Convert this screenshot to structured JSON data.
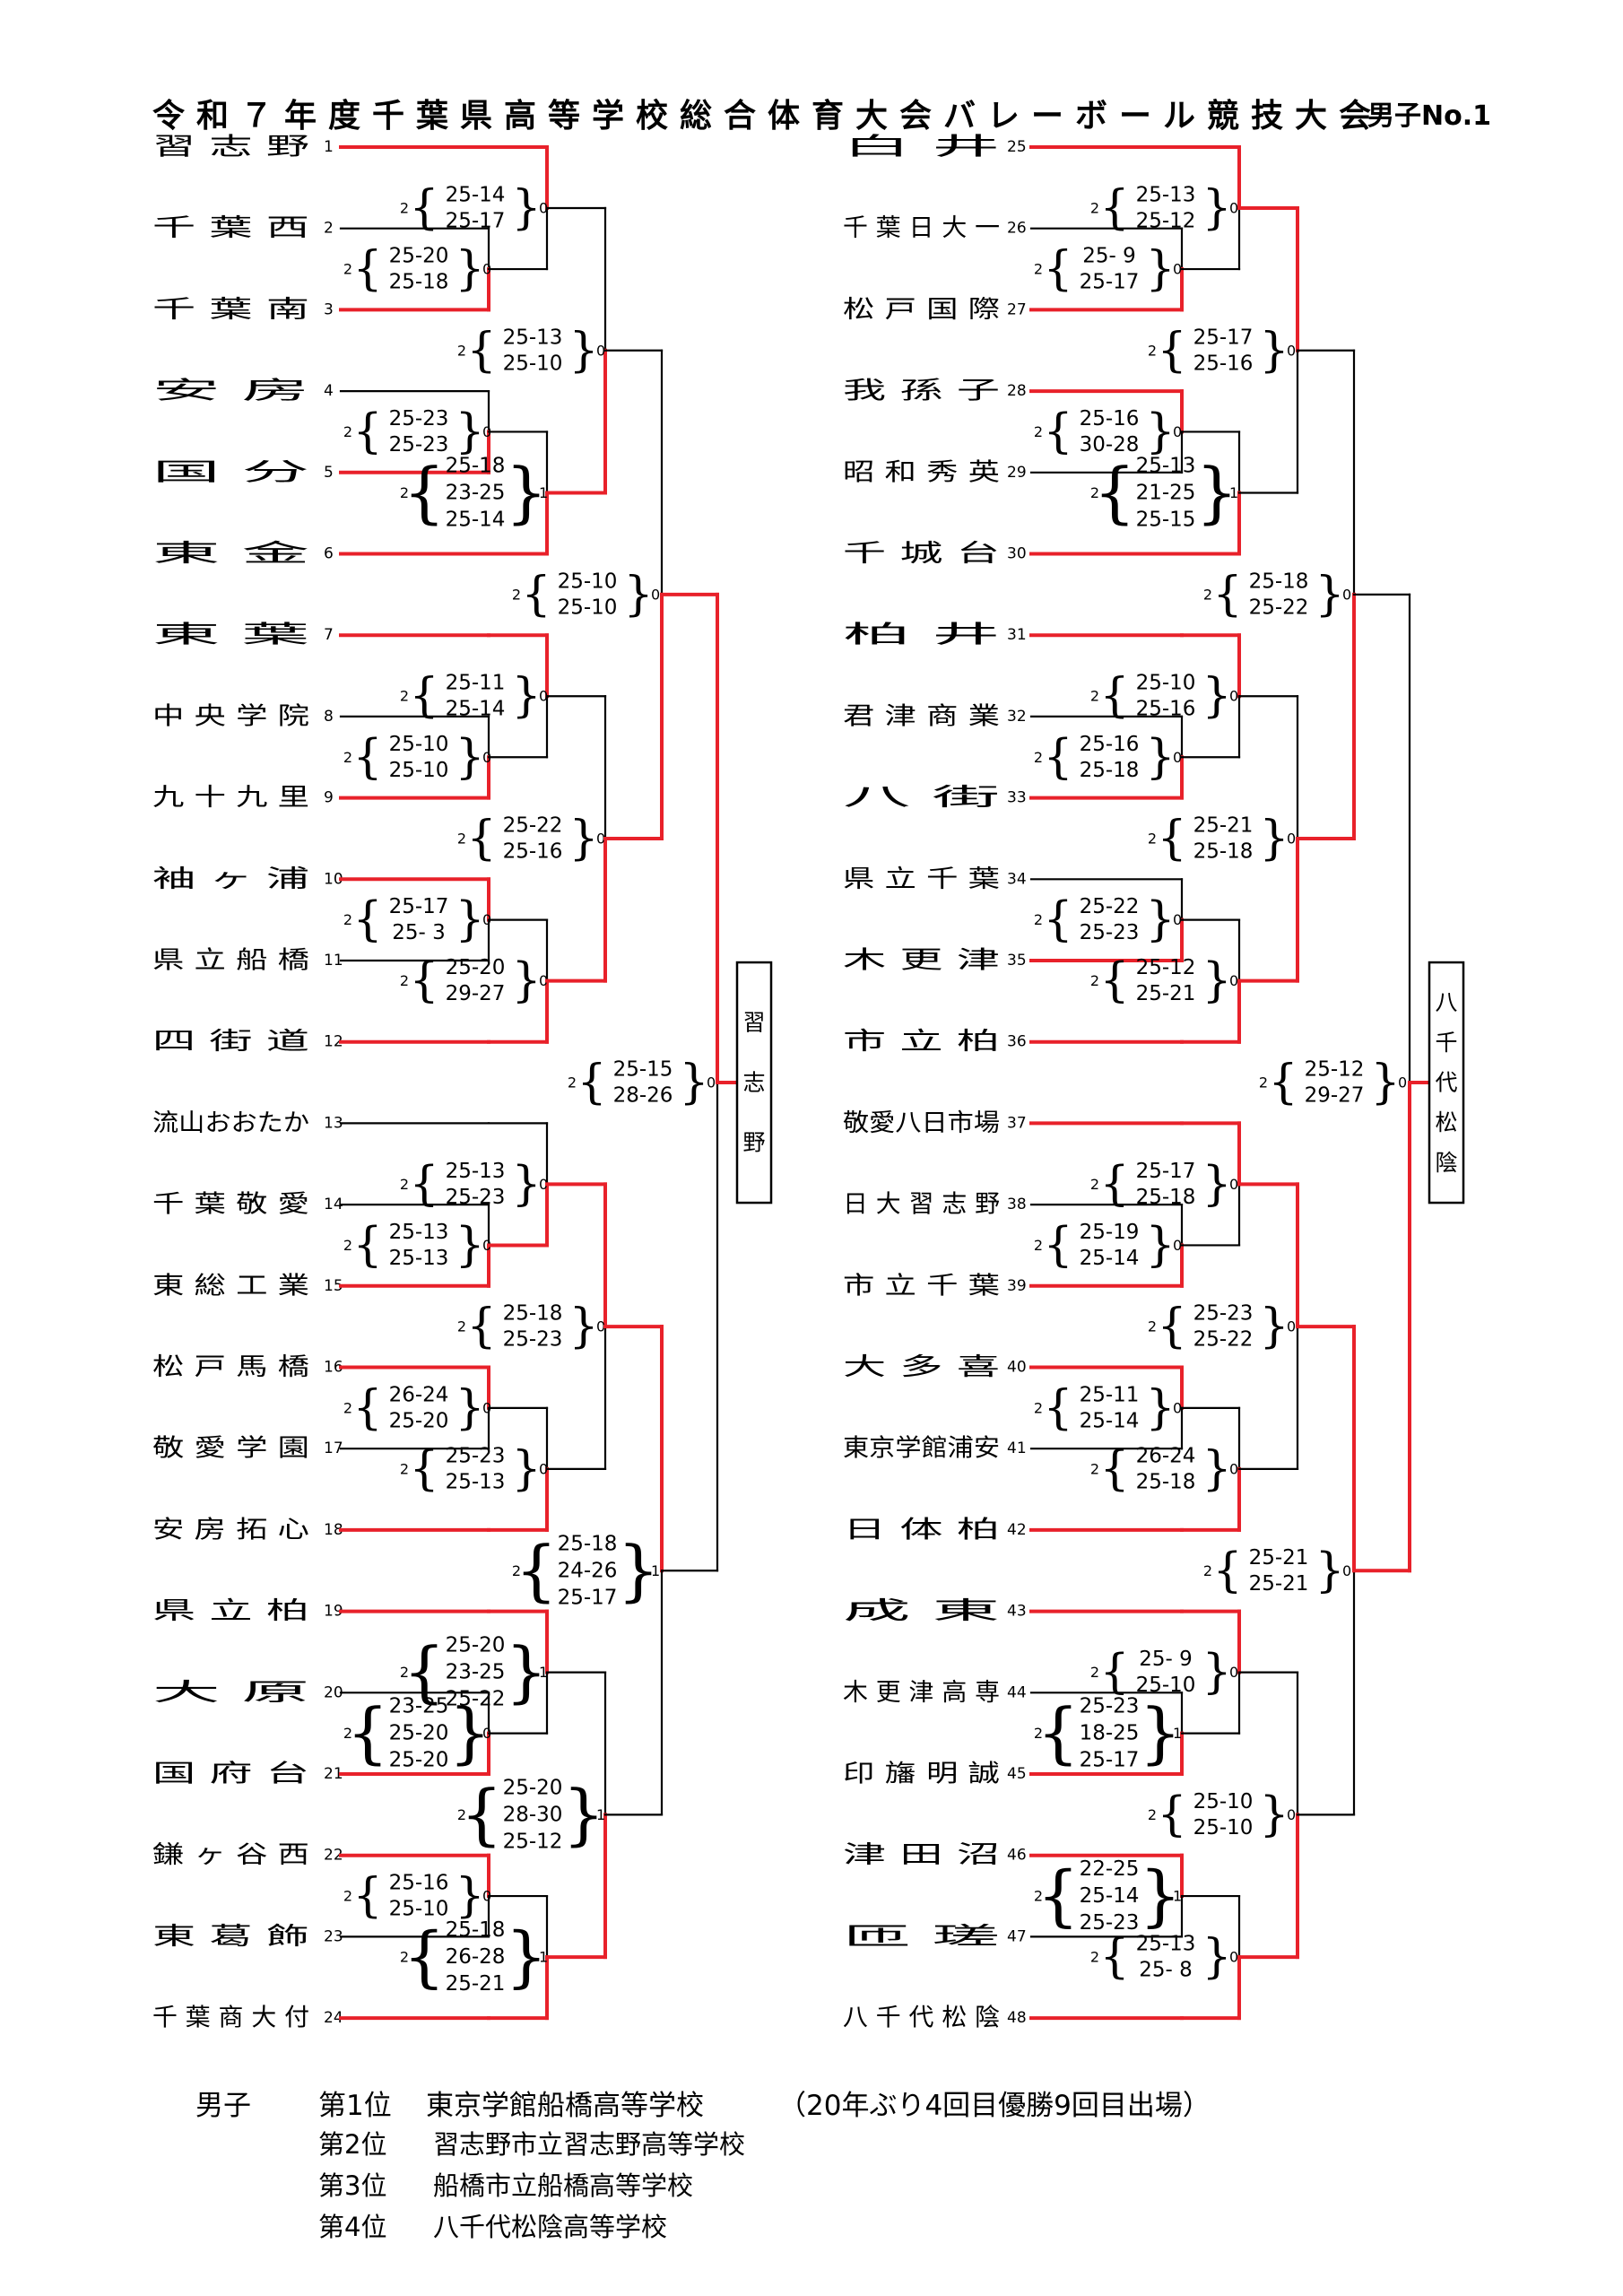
{
  "header": {
    "title": "令和７年度千葉県高等学校総合体育大会バレーボール競技大会",
    "subtitle": "男子No.1"
  },
  "left_teams": [
    "習 志 野",
    "千 葉 西",
    "千 葉 南",
    "安 房",
    "国 分",
    "東 金",
    "東 葉",
    "中 央 学 院",
    "九 十 九 里",
    "袖 ヶ 浦",
    "県 立 船 橋",
    "四 街 道",
    "流山おおたか",
    "千 葉 敬 愛",
    "東 総 工 業",
    "松 戸 馬 橋",
    "敬 愛 学 園",
    "安 房 拓 心",
    "県 立 柏",
    "大 原",
    "国 府 台",
    "鎌 ヶ 谷 西",
    "東 葛 飾",
    "千 葉 商 大 付"
  ],
  "right_teams": [
    "白 井",
    "千 葉 日 大 一",
    "松 戸 国 際",
    "我 孫 子",
    "昭 和 秀 英",
    "千 城 台",
    "柏 井",
    "君 津 商 業",
    "八 街",
    "県 立 千 葉",
    "木 更 津",
    "市 立 柏",
    "敬愛八日市場",
    "日 大 習 志 野",
    "市 立 千 葉",
    "大 多 喜",
    "東京学館浦安",
    "日 体 柏",
    "成 東",
    "木 更 津 高 専",
    "印 旛 明 誠",
    "津 田 沼",
    "匝 瑳",
    "八 千 代 松 陰"
  ],
  "matches": {
    "L_r1": [
      {
        "wins": [
          "2",
          "0"
        ],
        "sets": [
          "25-20",
          "25-18"
        ]
      },
      {
        "wins": [
          "2",
          "0"
        ],
        "sets": [
          "25-23",
          "25-23"
        ]
      },
      {
        "wins": [
          "2",
          "0"
        ],
        "sets": [
          "25-10",
          "25-10"
        ]
      },
      {
        "wins": [
          "2",
          "0"
        ],
        "sets": [
          "25-17",
          "25- 3"
        ]
      },
      {
        "wins": [
          "2",
          "0"
        ],
        "sets": [
          "25-13",
          "25-13"
        ]
      },
      {
        "wins": [
          "2",
          "0"
        ],
        "sets": [
          "26-24",
          "25-20"
        ]
      },
      {
        "wins": [
          "2",
          "0"
        ],
        "sets": [
          "23-25",
          "25-20",
          "25-20"
        ]
      },
      {
        "wins": [
          "2",
          "0"
        ],
        "sets": [
          "25-16",
          "25-10"
        ]
      }
    ],
    "L_r2": [
      {
        "wins": [
          "2",
          "0"
        ],
        "sets": [
          "25-14",
          "25-17"
        ]
      },
      {
        "wins": [
          "2",
          "1"
        ],
        "sets": [
          "25-18",
          "23-25",
          "25-14"
        ]
      },
      {
        "wins": [
          "2",
          "0"
        ],
        "sets": [
          "25-11",
          "25-14"
        ]
      },
      {
        "wins": [
          "2",
          "0"
        ],
        "sets": [
          "25-20",
          "29-27"
        ]
      },
      {
        "wins": [
          "2",
          "0"
        ],
        "sets": [
          "25-13",
          "25-23"
        ]
      },
      {
        "wins": [
          "2",
          "0"
        ],
        "sets": [
          "25-23",
          "25-13"
        ]
      },
      {
        "wins": [
          "2",
          "1"
        ],
        "sets": [
          "25-20",
          "23-25",
          "25-22"
        ]
      },
      {
        "wins": [
          "2",
          "1"
        ],
        "sets": [
          "25-18",
          "26-28",
          "25-21"
        ]
      }
    ],
    "L_r3": [
      {
        "wins": [
          "2",
          "0"
        ],
        "sets": [
          "25-13",
          "25-10"
        ]
      },
      {
        "wins": [
          "2",
          "0"
        ],
        "sets": [
          "25-22",
          "25-16"
        ]
      },
      {
        "wins": [
          "2",
          "0"
        ],
        "sets": [
          "25-18",
          "25-23"
        ]
      },
      {
        "wins": [
          "2",
          "1"
        ],
        "sets": [
          "25-20",
          "28-30",
          "25-12"
        ]
      }
    ],
    "L_r4": [
      {
        "wins": [
          "2",
          "0"
        ],
        "sets": [
          "25-10",
          "25-10"
        ]
      },
      {
        "wins": [
          "2",
          "1"
        ],
        "sets": [
          "25-18",
          "24-26",
          "25-17"
        ]
      }
    ],
    "L_r5": [
      {
        "wins": [
          "2",
          "0"
        ],
        "sets": [
          "25-15",
          "28-26"
        ]
      }
    ],
    "R_r1": [
      {
        "wins": [
          "2",
          "0"
        ],
        "sets": [
          "25- 9",
          "25-17"
        ]
      },
      {
        "wins": [
          "2",
          "0"
        ],
        "sets": [
          "25-16",
          "30-28"
        ]
      },
      {
        "wins": [
          "2",
          "0"
        ],
        "sets": [
          "25-16",
          "25-18"
        ]
      },
      {
        "wins": [
          "2",
          "0"
        ],
        "sets": [
          "25-22",
          "25-23"
        ]
      },
      {
        "wins": [
          "2",
          "0"
        ],
        "sets": [
          "25-19",
          "25-14"
        ]
      },
      {
        "wins": [
          "2",
          "0"
        ],
        "sets": [
          "25-11",
          "25-14"
        ]
      },
      {
        "wins": [
          "2",
          "1"
        ],
        "sets": [
          "25-23",
          "18-25",
          "25-17"
        ]
      },
      {
        "wins": [
          "2",
          "1"
        ],
        "sets": [
          "22-25",
          "25-14",
          "25-23"
        ]
      }
    ],
    "R_r2": [
      {
        "wins": [
          "2",
          "0"
        ],
        "sets": [
          "25-13",
          "25-12"
        ]
      },
      {
        "wins": [
          "2",
          "1"
        ],
        "sets": [
          "25-13",
          "21-25",
          "25-15"
        ]
      },
      {
        "wins": [
          "2",
          "0"
        ],
        "sets": [
          "25-10",
          "25-16"
        ]
      },
      {
        "wins": [
          "2",
          "0"
        ],
        "sets": [
          "25-12",
          "25-21"
        ]
      },
      {
        "wins": [
          "2",
          "0"
        ],
        "sets": [
          "25-17",
          "25-18"
        ]
      },
      {
        "wins": [
          "2",
          "0"
        ],
        "sets": [
          "26-24",
          "25-18"
        ]
      },
      {
        "wins": [
          "2",
          "0"
        ],
        "sets": [
          "25- 9",
          "25-10"
        ]
      },
      {
        "wins": [
          "2",
          "0"
        ],
        "sets": [
          "25-13",
          "25- 8"
        ]
      }
    ],
    "R_r3": [
      {
        "wins": [
          "2",
          "0"
        ],
        "sets": [
          "25-17",
          "25-16"
        ]
      },
      {
        "wins": [
          "2",
          "0"
        ],
        "sets": [
          "25-21",
          "25-18"
        ]
      },
      {
        "wins": [
          "2",
          "0"
        ],
        "sets": [
          "25-23",
          "25-22"
        ]
      },
      {
        "wins": [
          "2",
          "0"
        ],
        "sets": [
          "25-10",
          "25-10"
        ]
      }
    ],
    "R_r4": [
      {
        "wins": [
          "2",
          "0"
        ],
        "sets": [
          "25-18",
          "25-22"
        ]
      },
      {
        "wins": [
          "2",
          "0"
        ],
        "sets": [
          "25-21",
          "25-21"
        ]
      }
    ],
    "R_r5": [
      {
        "wins": [
          "2",
          "0"
        ],
        "sets": [
          "25-12",
          "29-27"
        ]
      }
    ]
  },
  "finalists": {
    "left": "習志野",
    "right": "八千代松陰"
  },
  "results": {
    "category": "男子",
    "rows": [
      {
        "place": "第1位",
        "school": "東京学館船橋高等学校",
        "note": "（20年ぶり4回目優勝9回目出場）"
      },
      {
        "place": "第2位",
        "school": "習志野市立習志野高等学校",
        "note": ""
      },
      {
        "place": "第3位",
        "school": "船橋市立船橋高等学校",
        "note": ""
      },
      {
        "place": "第4位",
        "school": "八千代松陰高等学校",
        "note": ""
      }
    ]
  },
  "colors": {
    "winner_line": "#e8212a",
    "loser_line": "#000000"
  }
}
